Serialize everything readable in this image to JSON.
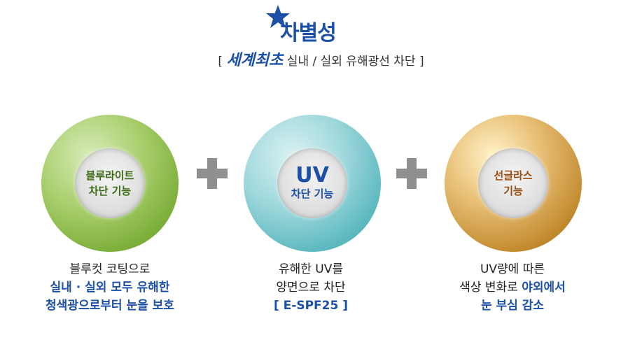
{
  "header": {
    "title": "차별성",
    "subtitle_prefix": "[ ",
    "subtitle_highlight": "세계최초",
    "subtitle_rest": " 실내 / 실외 유해광선 차단 ]"
  },
  "colors": {
    "brand_blue": "#1b4fa8",
    "green": "#7daf3a",
    "teal": "#5cb9bf",
    "gold": "#c28a2e",
    "plus_gray": "#8f8f8f"
  },
  "features": [
    {
      "label_line1": "블루라이트",
      "label_line2": "차단 기능",
      "desc_line1": "블루컷 코팅으로",
      "desc_line2": "실내 · 실외 모두 유해한",
      "desc_line3": "청색광으로부터 눈을 보호"
    },
    {
      "label_line1": "UV",
      "label_line2": "차단 기능",
      "desc_line1": "유해한 UV를",
      "desc_line2": "양면으로 차단",
      "desc_line3": "[ E-SPF25 ]"
    },
    {
      "label_line1": "선글라스",
      "label_line2": "기능",
      "desc_line1": "UV량에 따른",
      "desc_line2a": "색상 변화로 ",
      "desc_line2b": "야외에서",
      "desc_line3": "눈 부심 감소"
    }
  ],
  "icons": {
    "title_star": "star-icon",
    "plus": "plus-icon"
  }
}
